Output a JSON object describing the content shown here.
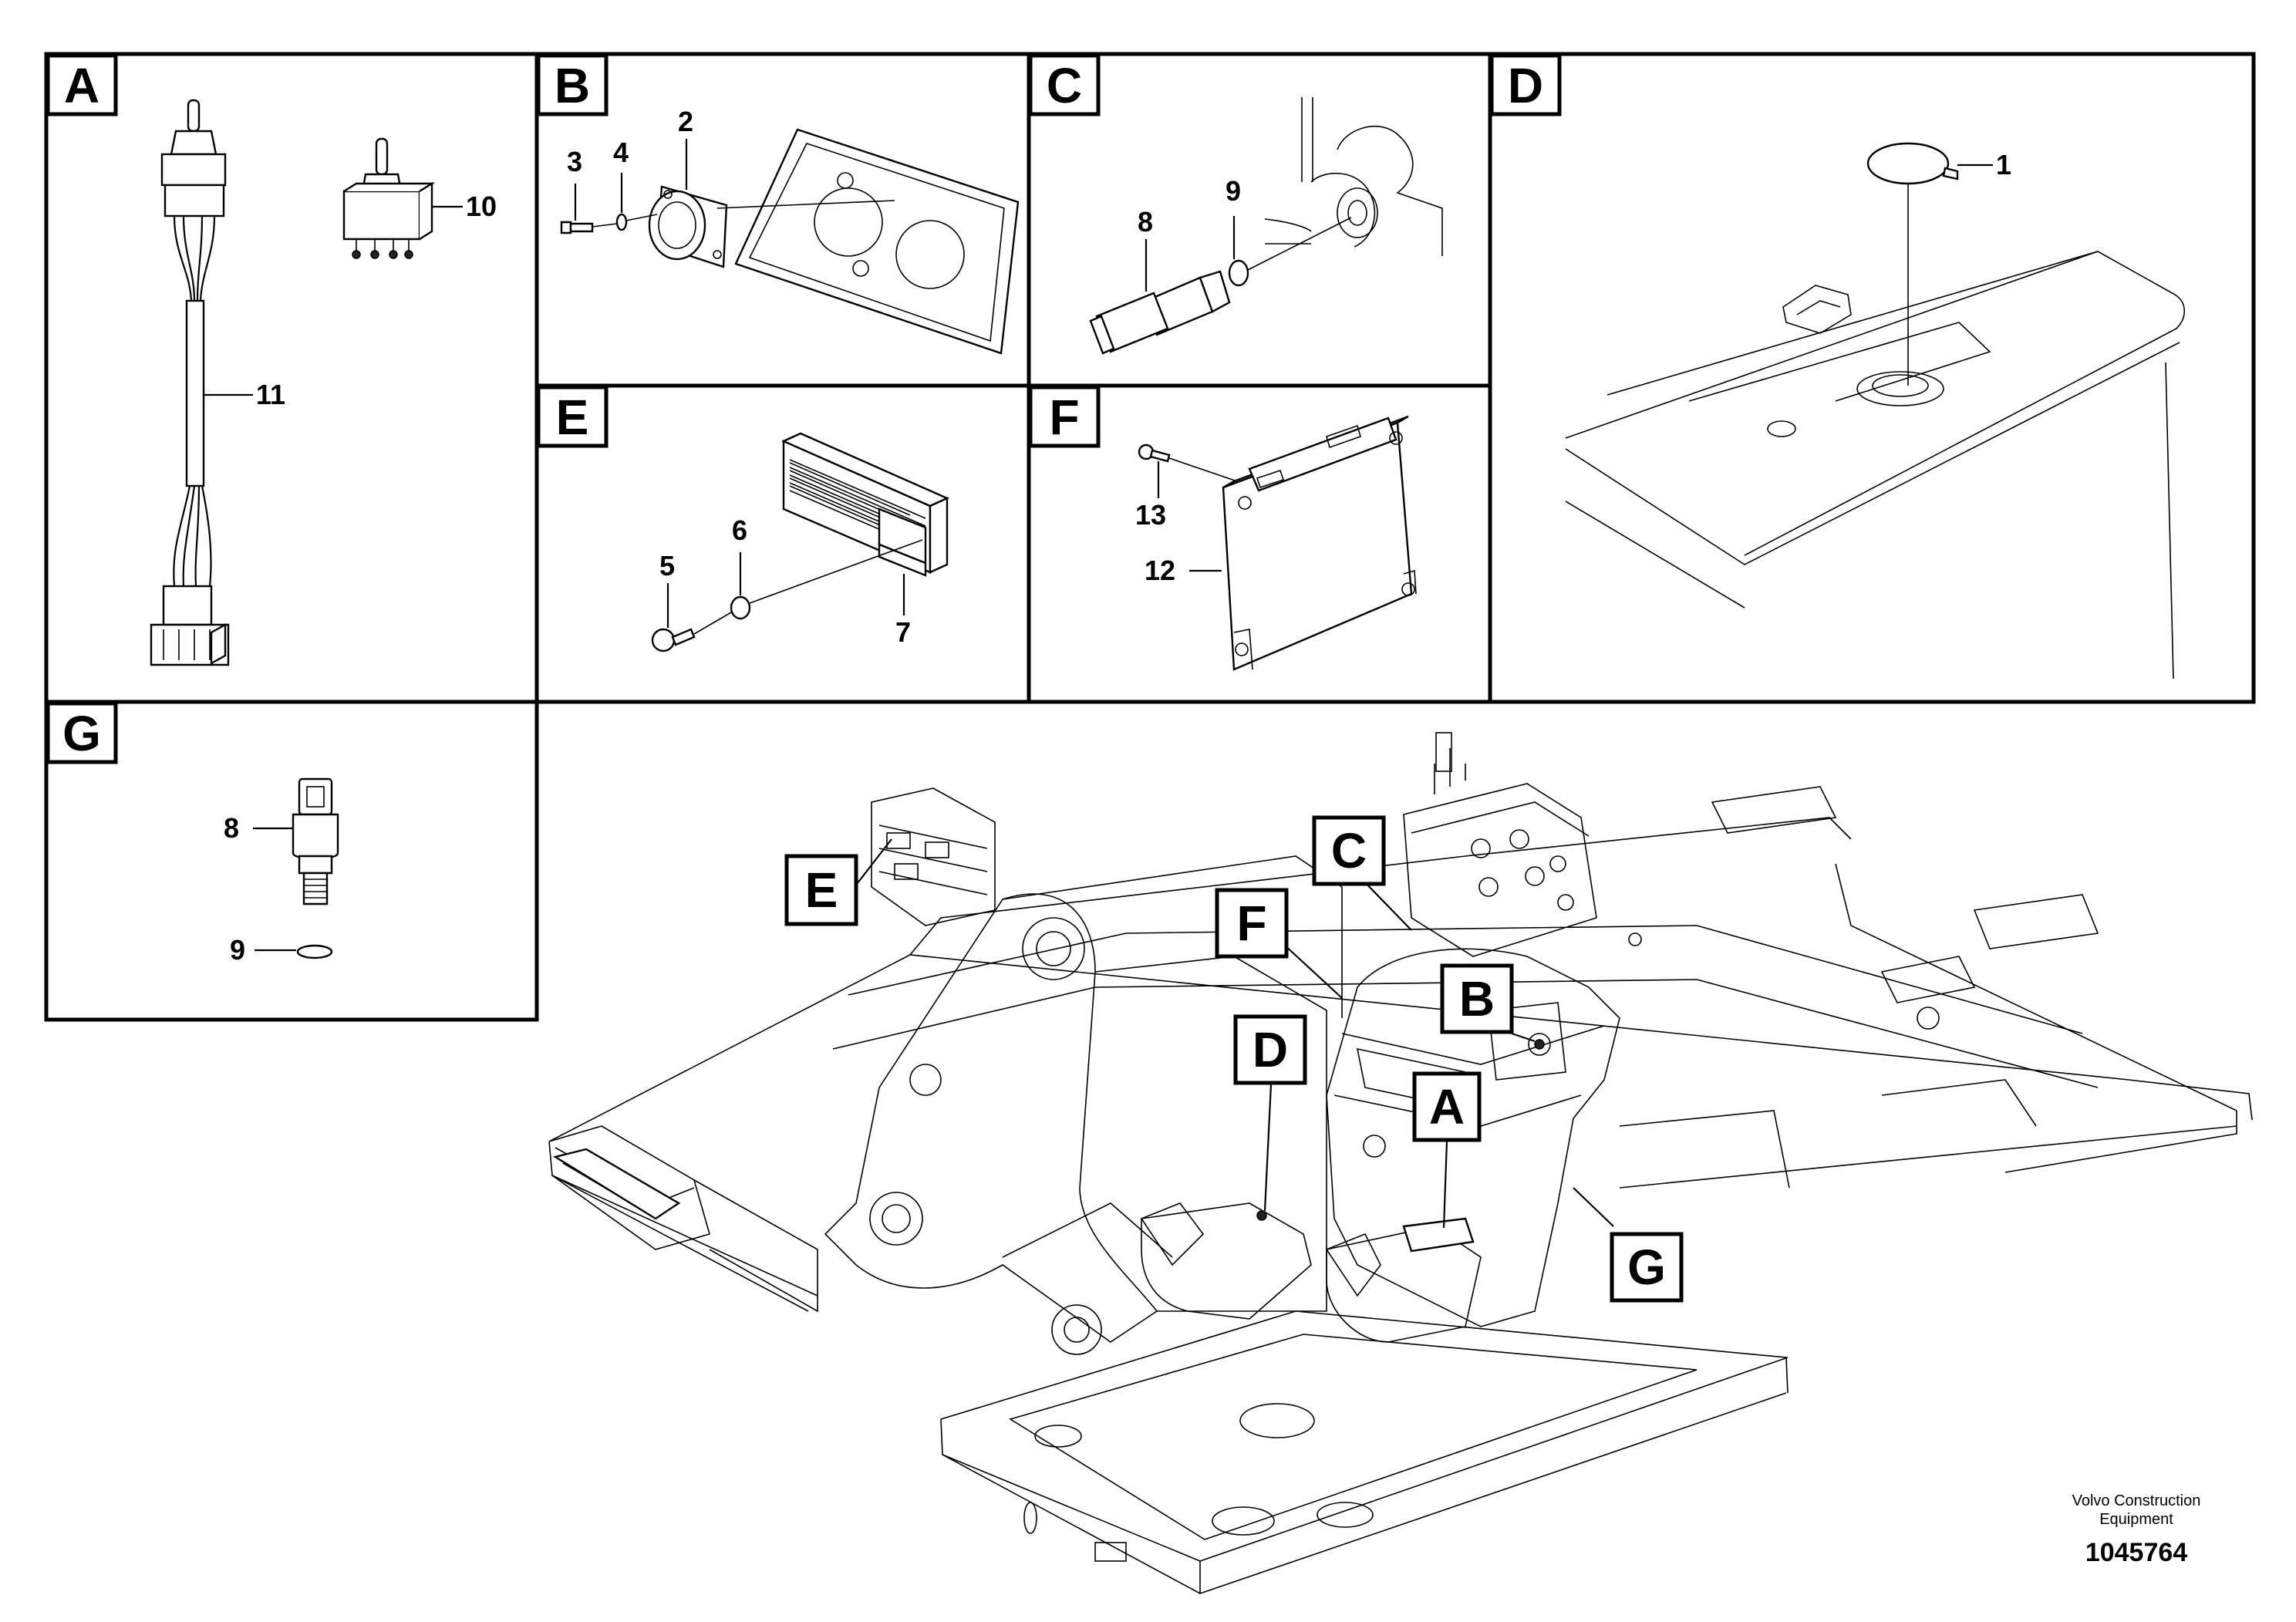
{
  "panels": [
    {
      "id": "A",
      "letter": "A",
      "callouts": [
        "10",
        "11"
      ]
    },
    {
      "id": "B",
      "letter": "B",
      "callouts": [
        "3",
        "4",
        "2"
      ]
    },
    {
      "id": "C",
      "letter": "C",
      "callouts": [
        "9",
        "8"
      ]
    },
    {
      "id": "D",
      "letter": "D",
      "callouts": [
        "1"
      ]
    },
    {
      "id": "E",
      "letter": "E",
      "callouts": [
        "6",
        "5",
        "7"
      ]
    },
    {
      "id": "F",
      "letter": "F",
      "callouts": [
        "13",
        "12"
      ]
    },
    {
      "id": "G",
      "letter": "G",
      "callouts": [
        "8",
        "9"
      ]
    }
  ],
  "location_tags": [
    "E",
    "C",
    "F",
    "B",
    "D",
    "A",
    "G"
  ],
  "footer": {
    "brand_line1": "Volvo Construction",
    "brand_line2": "Equipment",
    "doc_number": "1045764"
  },
  "colors": {
    "ink": "#000000",
    "paper": "#ffffff"
  }
}
